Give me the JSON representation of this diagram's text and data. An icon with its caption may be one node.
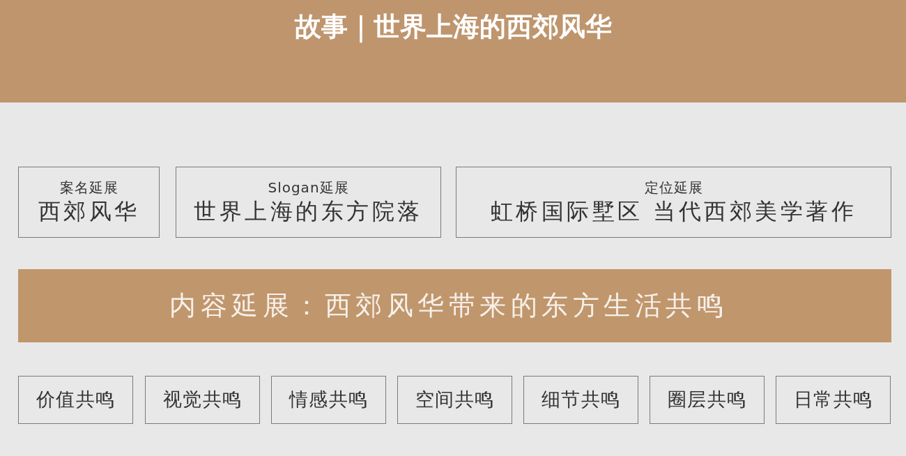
{
  "diagram": {
    "title": "故事｜世界上海的西郊风华",
    "nodes": [
      {
        "text": [
          "案名延展",
          "西郊风华"
        ]
      },
      {
        "text": [
          "Slogan延展",
          "世界上海的东方院落"
        ]
      },
      {
        "text": [
          "定位延展",
          "虹桥国际墅区 当代西郊美学著作"
        ]
      },
      {
        "text": [
          "内容延展：西郊风华带来的东方生活共鸣"
        ]
      },
      {
        "text": [
          "价值共鸣"
        ]
      },
      {
        "text": [
          "视觉共鸣"
        ]
      },
      {
        "text": [
          "情感共鸣"
        ]
      },
      {
        "text": [
          "空间共鸣"
        ]
      },
      {
        "text": [
          "细节共鸣"
        ]
      },
      {
        "text": [
          "圈层共鸣"
        ]
      },
      {
        "text": [
          "日常共鸣"
        ]
      }
    ]
  }
}
